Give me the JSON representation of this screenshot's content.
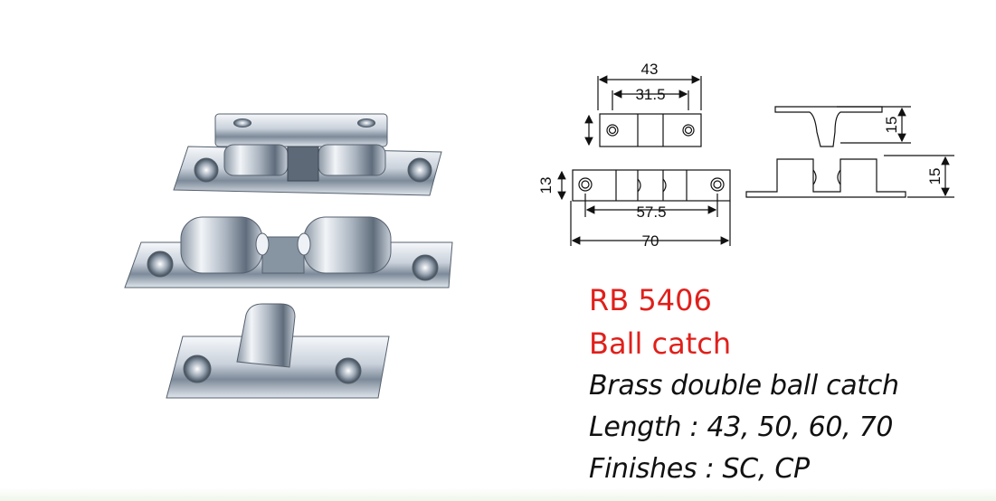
{
  "product": {
    "code": "RB 5406",
    "name": "Ball catch",
    "description": "Brass double ball catch",
    "length": "Length : 43, 50, 60, 70",
    "finishes": "Finishes : SC, CP"
  },
  "drawing": {
    "top_width_outer": "43",
    "top_width_inner": "31.5",
    "bottom_width_outer": "70",
    "bottom_width_inner": "57.5",
    "bottom_height": "13",
    "side_height_top": "15",
    "side_height_bottom": "15"
  },
  "colors": {
    "accent": "#e0201b",
    "text": "#111111",
    "metal_light": "#e9eef3",
    "metal_dark": "#6b7c8f"
  }
}
